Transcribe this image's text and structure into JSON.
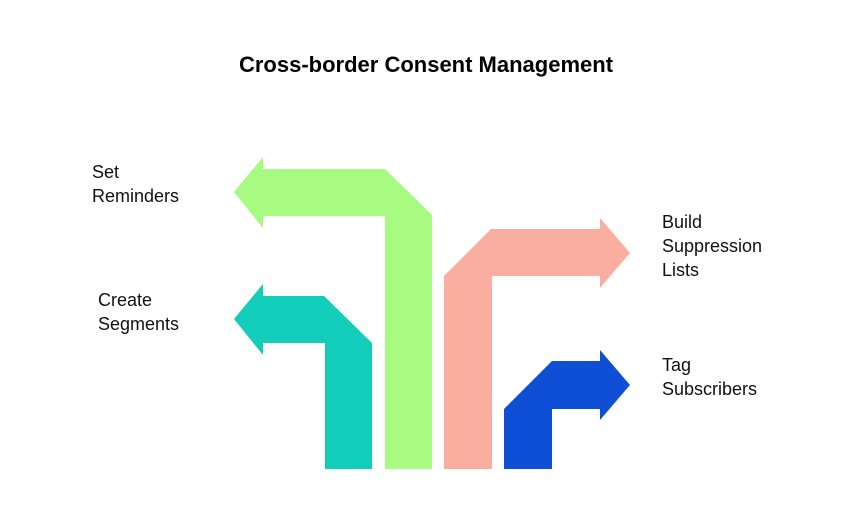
{
  "title": "Cross-border Consent Management",
  "items": [
    {
      "lines": [
        "Set",
        "Reminders"
      ],
      "color": "#a6fb80",
      "direction": "left"
    },
    {
      "lines": [
        "Create",
        "Segments"
      ],
      "color": "#13cdbb",
      "direction": "left"
    },
    {
      "lines": [
        "Build",
        "Suppression",
        "Lists"
      ],
      "color": "#f9aea0",
      "direction": "right"
    },
    {
      "lines": [
        "Tag",
        "Subscribers"
      ],
      "color": "#0f4fd6",
      "direction": "right"
    }
  ]
}
